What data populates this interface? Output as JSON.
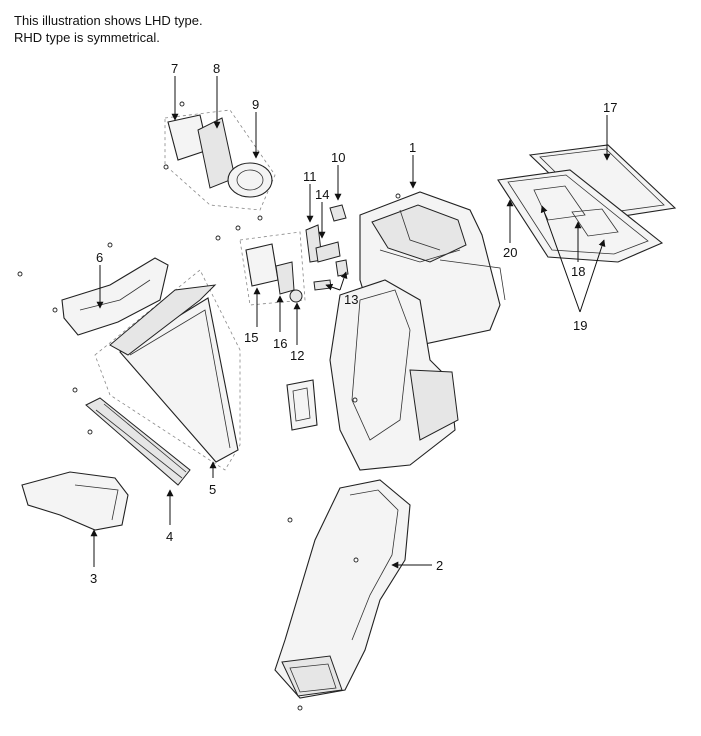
{
  "notes": {
    "line1": "This illustration shows LHD type.",
    "line2": "RHD type is symmetrical."
  },
  "callouts": {
    "c1": "1",
    "c2": "2",
    "c3": "3",
    "c4": "4",
    "c5": "5",
    "c6": "6",
    "c7": "7",
    "c8": "8",
    "c9": "9",
    "c10": "10",
    "c11": "11",
    "c12": "12",
    "c13": "13",
    "c14": "14",
    "c15": "15",
    "c16": "16",
    "c17": "17",
    "c18": "18",
    "c19": "19",
    "c20": "20"
  }
}
